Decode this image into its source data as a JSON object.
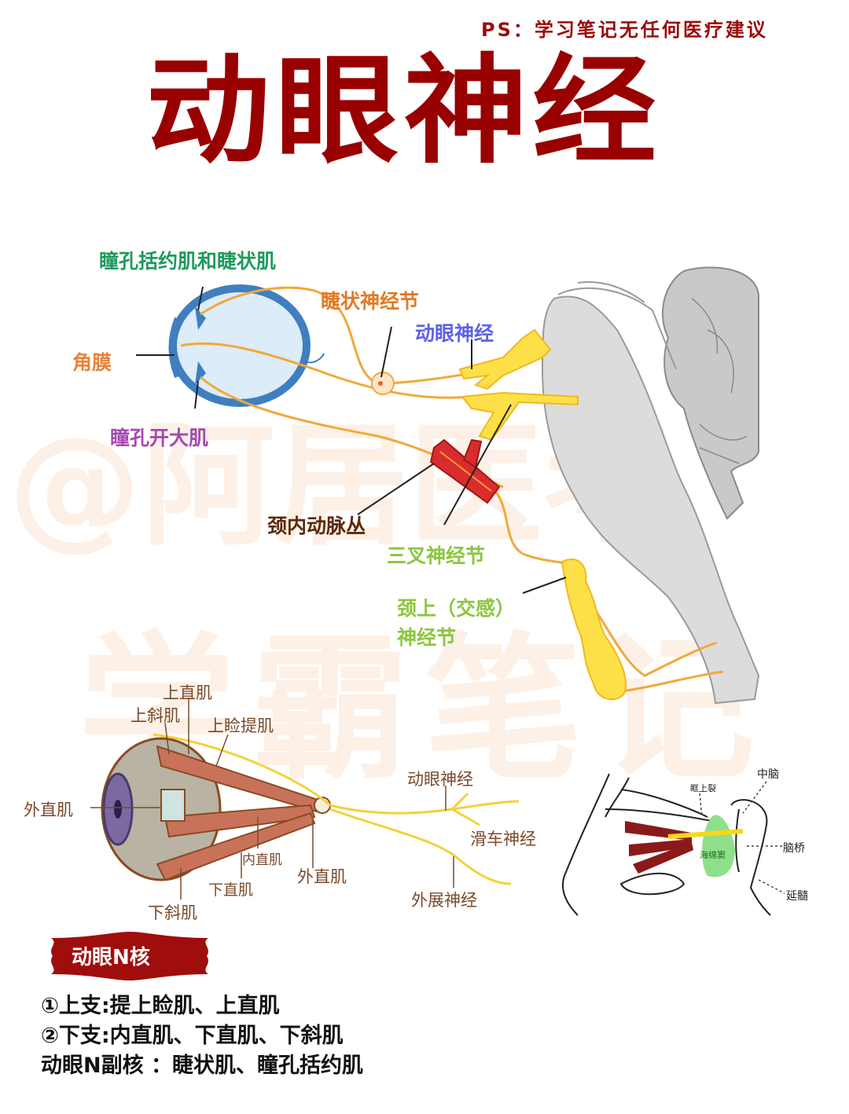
{
  "header": {
    "disclaimer": "PS：学习笔记无任何医疗建议",
    "title": "动眼神经"
  },
  "watermark": {
    "line1": "@阿居医考",
    "line2": "学霸笔记"
  },
  "diagram_top": {
    "labels": {
      "sphincter_ciliary": "瞳孔括约肌和睫状肌",
      "ciliary_ganglion": "睫状神经节",
      "oculomotor_nerve": "动眼神经",
      "cornea": "角膜",
      "dilator": "瞳孔开大肌",
      "carotid_plexus": "颈内动脉丛",
      "trigeminal_ganglion": "三叉神经节",
      "superior_cervical_line1": "颈上（交感）",
      "superior_cervical_line2": "神经节"
    },
    "colors": {
      "sphincter_ciliary": "#1f9a5c",
      "ciliary_ganglion": "#e07b24",
      "oculomotor_nerve": "#5b63e6",
      "cornea": "#e8843a",
      "dilator": "#a44ab0",
      "carotid_plexus": "#5a2a0a",
      "trigeminal_ganglion": "#8cc63f",
      "superior_cervical": "#8cc63f"
    }
  },
  "diagram_muscles": {
    "labels": {
      "superior_rectus": "上直肌",
      "superior_oblique": "上斜肌",
      "levator": "上睑提肌",
      "lateral_rectus_left": "外直肌",
      "medial_rectus": "内直肌",
      "lateral_rectus_bottom": "外直肌",
      "inferior_rectus": "下直肌",
      "inferior_oblique": "下斜肌",
      "oculomotor_nerve": "动眼神经",
      "trochlear_nerve": "滑车神经",
      "abducens_nerve": "外展神经"
    }
  },
  "diagram_sagittal": {
    "labels": {
      "midbrain": "中脑",
      "sup_orbital_fissure": "眶上裂",
      "pons": "脑桥",
      "cavernous_sinus": "海绵窦",
      "medulla": "延髓"
    }
  },
  "section": {
    "badge": "动眼N核",
    "lines": [
      "①上支:提上睑肌、上直肌",
      "②下支:内直肌、下直肌、下斜肌",
      "动眼N副核 ：睫状肌、瞳孔括约肌"
    ]
  }
}
